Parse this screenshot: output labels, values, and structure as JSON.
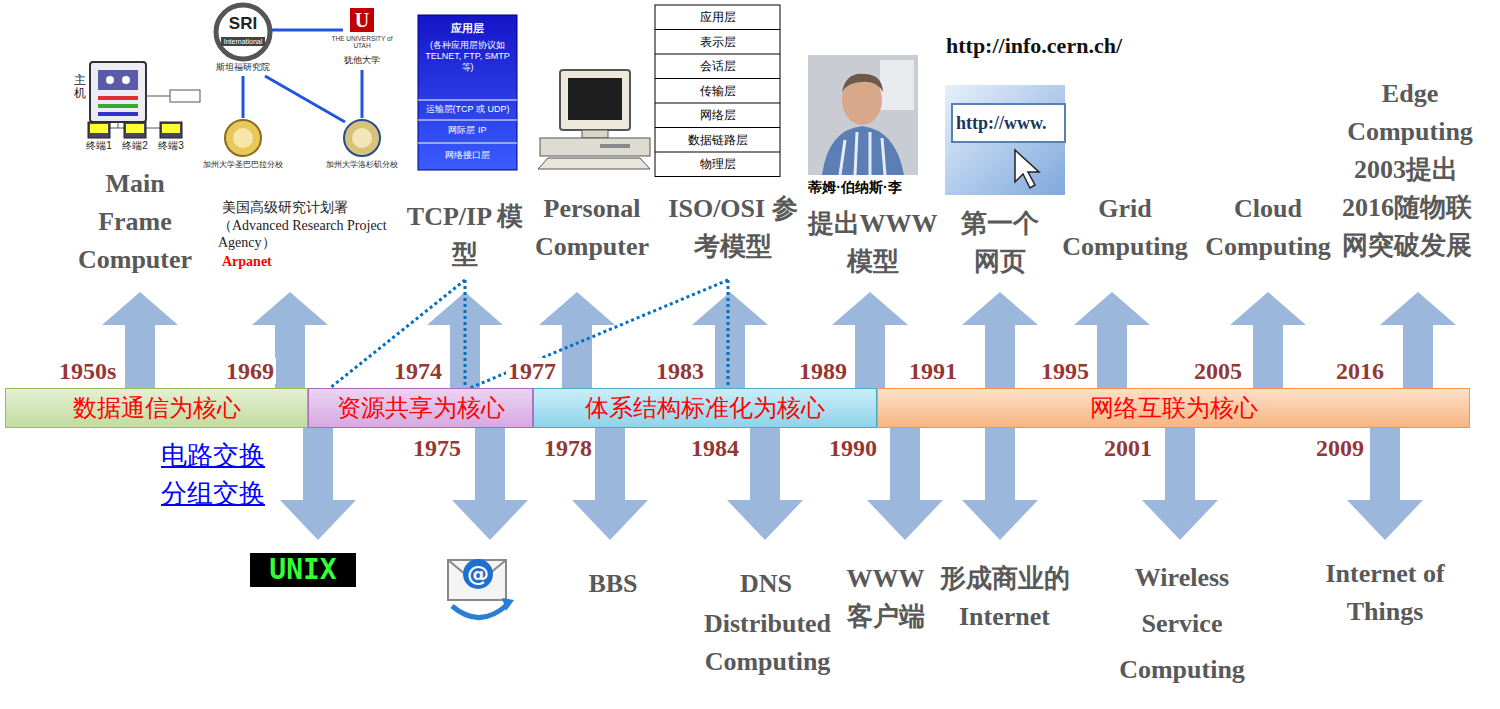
{
  "diagram": {
    "nodes": [
      {
        "text": [
          "数据通信为核心"
        ]
      },
      {
        "text": [
          "资源共享为核心"
        ]
      },
      {
        "text": [
          "体系结构标准化为核心"
        ]
      },
      {
        "text": [
          "网络互联为核心"
        ]
      }
    ],
    "labels": [
      "主机",
      "终端1",
      "终端2",
      "终端3",
      "Main Frame Computer",
      "SRI",
      "International",
      "斯坦福研究院",
      "U",
      "THE UNIVERSITY of UTAH",
      "犹他大学",
      "加州大学圣巴巴拉分校",
      "加州大学洛杉矶分校",
      "美国高级研究计划署",
      "（Advanced Research Project Agency）",
      "Arpanet",
      "应用层",
      "(各种应用层协议如 TELNET, FTP, SMTP 等)",
      "运输层(TCP 或 UDP)",
      "网际层 IP",
      "网络接口层",
      "TCP/IP 模型",
      "Personal Computer",
      "应用层",
      "表示层",
      "会话层",
      "传输层",
      "网络层",
      "数据链路层",
      "物理层",
      "ISO/OSI 参考模型",
      "蒂姆·伯纳斯·李",
      "提出WWW 模型",
      "http://info.cern.ch/",
      "http://www.",
      "第一个 网页",
      "Grid Computing",
      "Cloud Computing",
      "Edge Computing",
      "2003提出",
      "2016随物联网突破发展",
      "1950s",
      "1969",
      "1974",
      "1977",
      "1983",
      "1989",
      "1991",
      "1995",
      "2005",
      "2016",
      "1975",
      "1978",
      "1984",
      "1990",
      "2001",
      "2009",
      "电路交换",
      "分组交换",
      "UNIX",
      "@",
      "BBS",
      "DNS",
      "Distributed Computing",
      "WWW 客户端",
      "形成商业的 Internet",
      "Wireless Service Computing",
      "Internet of Things"
    ]
  }
}
